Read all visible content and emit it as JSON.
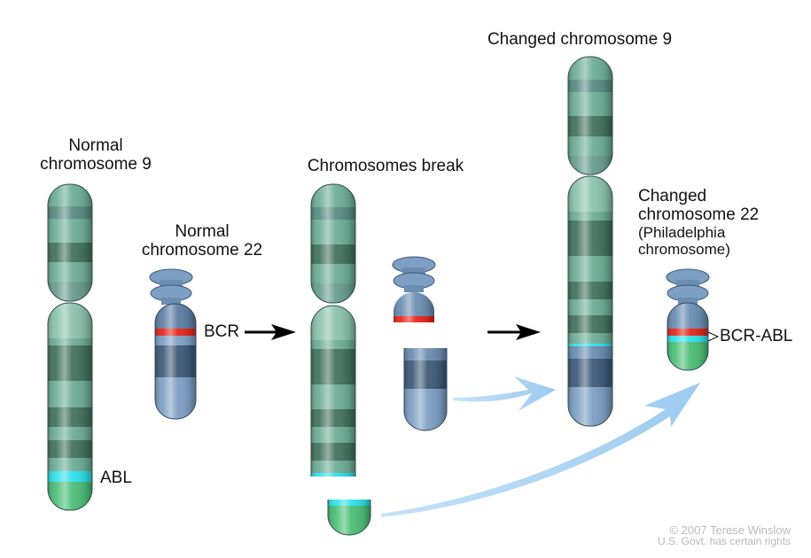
{
  "titles": {
    "normal_9": [
      "Normal",
      "chromosome 9"
    ],
    "normal_22": [
      "Normal",
      "chromosome 22"
    ],
    "break": "Chromosomes break",
    "changed_9": "Changed chromosome 9",
    "changed_22": [
      "Changed",
      "chromosome 22"
    ],
    "philadelphia": [
      "(Philadelphia",
      "chromosome)"
    ]
  },
  "genes": {
    "abl": "ABL",
    "bcr": "BCR",
    "bcr_abl": "BCR-ABL"
  },
  "credit": {
    "line1": "© 2007 Terese Winslow",
    "line2": "U.S. Govt. has certain rights"
  },
  "colors": {
    "chrom9_light": "#6fae98",
    "chrom9_dark": "#44735f",
    "chrom9_pale": "#8cc3ae",
    "chrom22_light": "#7e9fc4",
    "chrom22_dark": "#3f5a78",
    "bcr_band": "#e8261c",
    "abl_band": "#2fe1ea",
    "abl_tip": "#4cbf78",
    "transfer_arrow": "#a9d3f2",
    "step_arrow": "#000000"
  }
}
